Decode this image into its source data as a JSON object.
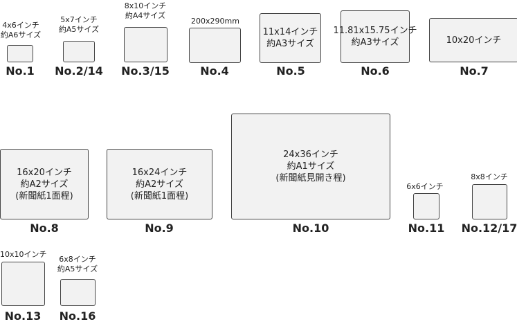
{
  "items": [
    {
      "no": "No.1",
      "lines": [
        "4x6インチ",
        "約A6サイズ"
      ]
    },
    {
      "no": "No.2/14",
      "lines": [
        "5x7インチ",
        "約A5サイズ"
      ]
    },
    {
      "no": "No.3/15",
      "lines": [
        "8x10インチ",
        "約A4サイズ"
      ]
    },
    {
      "no": "No.4",
      "lines": [
        "200x290mm"
      ]
    },
    {
      "no": "No.5",
      "lines": [
        "11x14インチ",
        "約A3サイズ"
      ]
    },
    {
      "no": "No.6",
      "lines": [
        "11.81x15.75インチ",
        "約A3サイズ"
      ]
    },
    {
      "no": "No.7",
      "lines": [
        "10x20インチ"
      ]
    },
    {
      "no": "No.8",
      "lines": [
        "16x20インチ",
        "約A2サイズ",
        "(新聞紙1面程)"
      ]
    },
    {
      "no": "No.9",
      "lines": [
        "16x24インチ",
        "約A2サイズ",
        "(新聞紙1面程)"
      ]
    },
    {
      "no": "No.10",
      "lines": [
        "24x36インチ",
        "約A1サイズ",
        "(新聞紙見開き程)"
      ]
    },
    {
      "no": "No.11",
      "lines": [
        "6x6インチ"
      ]
    },
    {
      "no": "No.12/17",
      "lines": [
        "8x8インチ"
      ]
    },
    {
      "no": "No.13",
      "lines": [
        "10x10インチ"
      ]
    },
    {
      "no": "No.16",
      "lines": [
        "6x8インチ",
        "約A5サイズ"
      ]
    }
  ]
}
